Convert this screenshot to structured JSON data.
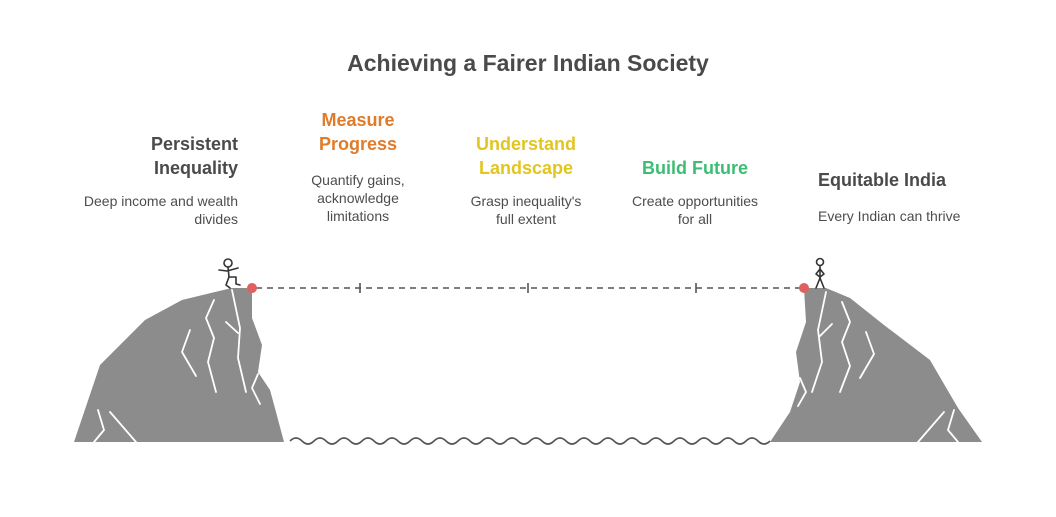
{
  "title": "Achieving a Fairer Indian Society",
  "start": {
    "title_line1": "Persistent",
    "title_line2": "Inequality",
    "desc_line1": "Deep income and wealth",
    "desc_line2": "divides"
  },
  "steps": [
    {
      "title_line1": "Measure",
      "title_line2": "Progress",
      "desc_line1": "Quantify gains,",
      "desc_line2": "acknowledge",
      "desc_line3": "limitations",
      "color": "#e07b2a"
    },
    {
      "title_line1": "Understand",
      "title_line2": "Landscape",
      "desc_line1": "Grasp inequality's",
      "desc_line2": "full extent",
      "color": "#e3c520"
    },
    {
      "title_line1": "Build Future",
      "desc_line1": "Create opportunities",
      "desc_line2": "for all",
      "color": "#3dbd74"
    }
  ],
  "end": {
    "title": "Equitable India",
    "desc": "Every Indian can thrive"
  },
  "colors": {
    "text": "#4a4a4a",
    "rock": "#8c8c8c",
    "marker": "#e06060",
    "line": "#555555"
  }
}
